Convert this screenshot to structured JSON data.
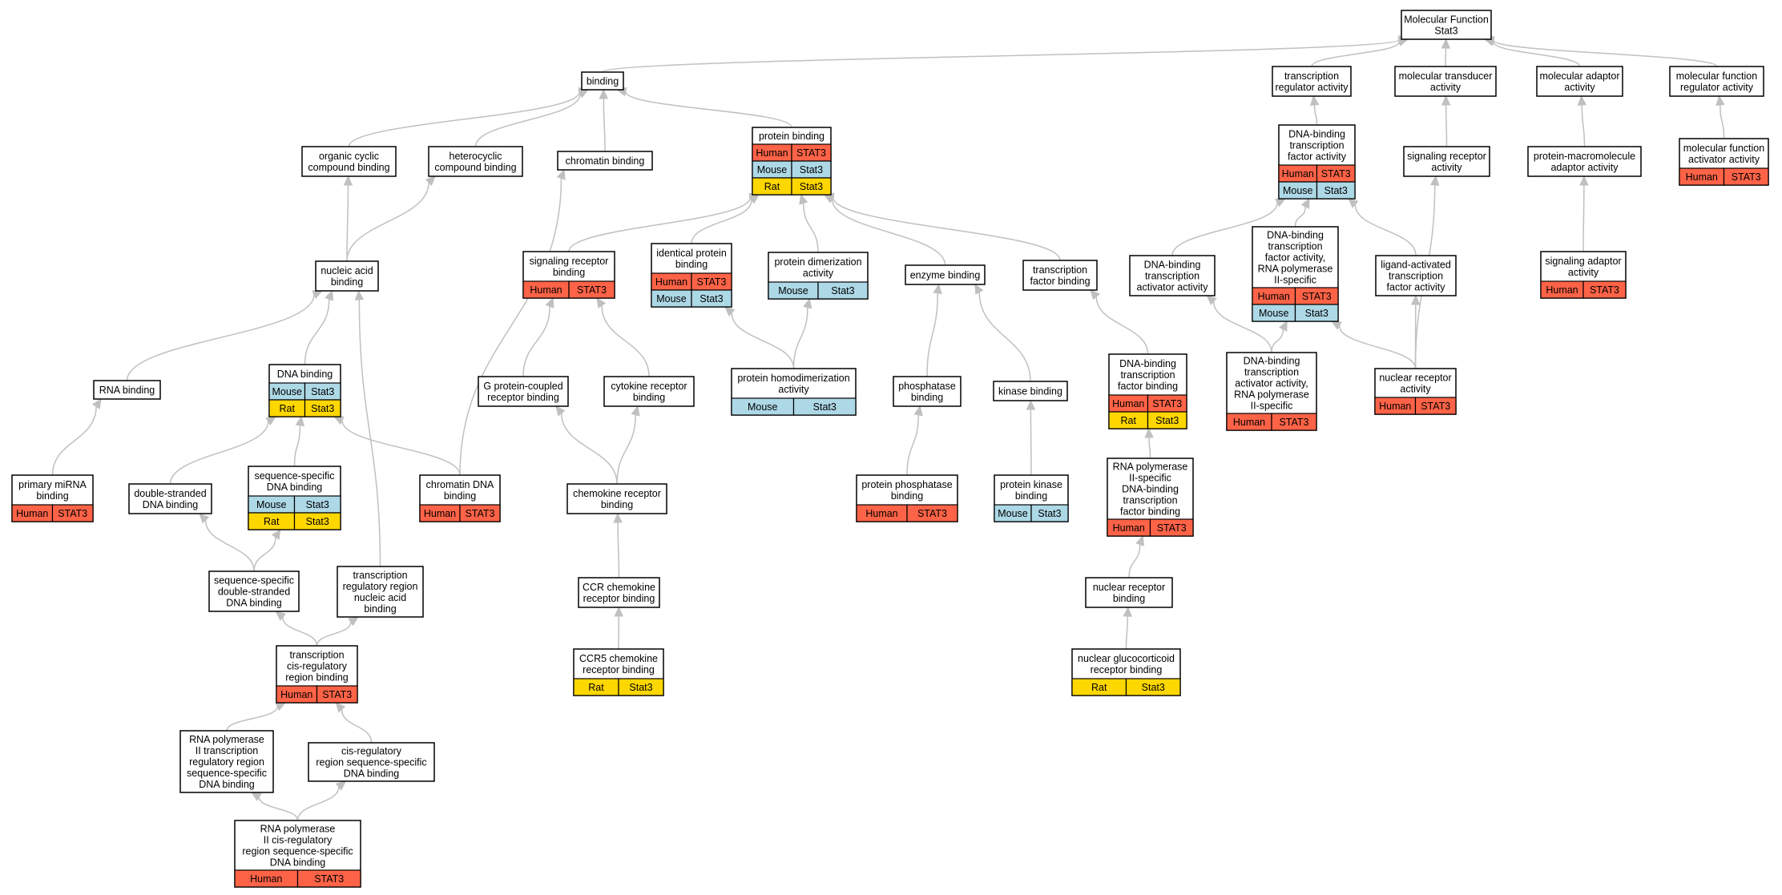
{
  "colors": {
    "Human": "#ff6347",
    "Mouse": "#add8e6",
    "Rat": "#ffd700",
    "edge": "#c0c0c0"
  },
  "nodes": [
    {
      "id": "mf",
      "lines": [
        "Molecular Function",
        "Stat3"
      ],
      "rows": []
    },
    {
      "id": "binding",
      "lines": [
        "binding"
      ],
      "rows": []
    },
    {
      "id": "tra",
      "lines": [
        "transcription",
        "regulator activity"
      ],
      "rows": []
    },
    {
      "id": "mta",
      "lines": [
        "molecular transducer",
        "activity"
      ],
      "rows": []
    },
    {
      "id": "maa",
      "lines": [
        "molecular adaptor",
        "activity"
      ],
      "rows": []
    },
    {
      "id": "mfra",
      "lines": [
        "molecular function",
        "regulator activity"
      ],
      "rows": []
    },
    {
      "id": "ocb",
      "lines": [
        "organic cyclic",
        "compound binding"
      ],
      "rows": []
    },
    {
      "id": "hcb",
      "lines": [
        "heterocyclic",
        "compound binding"
      ],
      "rows": []
    },
    {
      "id": "chb",
      "lines": [
        "chromatin binding"
      ],
      "rows": []
    },
    {
      "id": "pb",
      "lines": [
        "protein binding"
      ],
      "rows": [
        [
          "Human",
          "STAT3"
        ],
        [
          "Mouse",
          "Stat3"
        ],
        [
          "Rat",
          "Stat3"
        ]
      ]
    },
    {
      "id": "dbtfa",
      "lines": [
        "DNA-binding",
        "transcription",
        "factor activity"
      ],
      "rows": [
        [
          "Human",
          "STAT3"
        ],
        [
          "Mouse",
          "Stat3"
        ]
      ]
    },
    {
      "id": "sra",
      "lines": [
        "signaling receptor",
        "activity"
      ],
      "rows": []
    },
    {
      "id": "pmaa",
      "lines": [
        "protein-macromolecule",
        "adaptor activity"
      ],
      "rows": []
    },
    {
      "id": "mfaa",
      "lines": [
        "molecular function",
        "activator activity"
      ],
      "rows": [
        [
          "Human",
          "STAT3"
        ]
      ]
    },
    {
      "id": "nab",
      "lines": [
        "nucleic acid",
        "binding"
      ],
      "rows": []
    },
    {
      "id": "srb",
      "lines": [
        "signaling receptor",
        "binding"
      ],
      "rows": [
        [
          "Human",
          "STAT3"
        ]
      ]
    },
    {
      "id": "ipb",
      "lines": [
        "identical protein",
        "binding"
      ],
      "rows": [
        [
          "Human",
          "STAT3"
        ],
        [
          "Mouse",
          "Stat3"
        ]
      ]
    },
    {
      "id": "pda",
      "lines": [
        "protein dimerization",
        "activity"
      ],
      "rows": [
        [
          "Mouse",
          "Stat3"
        ]
      ]
    },
    {
      "id": "eb",
      "lines": [
        "enzyme binding"
      ],
      "rows": []
    },
    {
      "id": "tfb",
      "lines": [
        "transcription",
        "factor binding"
      ],
      "rows": []
    },
    {
      "id": "dbtaa",
      "lines": [
        "DNA-binding",
        "transcription",
        "activator activity"
      ],
      "rows": []
    },
    {
      "id": "dbtfa2",
      "lines": [
        "DNA-binding",
        "transcription",
        "factor activity,",
        "RNA polymerase",
        "II-specific"
      ],
      "rows": [
        [
          "Human",
          "STAT3"
        ],
        [
          "Mouse",
          "Stat3"
        ]
      ]
    },
    {
      "id": "latfa",
      "lines": [
        "ligand-activated",
        "transcription",
        "factor activity"
      ],
      "rows": []
    },
    {
      "id": "saa",
      "lines": [
        "signaling adaptor",
        "activity"
      ],
      "rows": [
        [
          "Human",
          "STAT3"
        ]
      ]
    },
    {
      "id": "rnab",
      "lines": [
        "RNA binding"
      ],
      "rows": []
    },
    {
      "id": "dnab",
      "lines": [
        "DNA binding"
      ],
      "rows": [
        [
          "Mouse",
          "Stat3"
        ],
        [
          "Rat",
          "Stat3"
        ]
      ]
    },
    {
      "id": "gpcrb",
      "lines": [
        "G protein-coupled",
        "receptor binding"
      ],
      "rows": []
    },
    {
      "id": "crb",
      "lines": [
        "cytokine receptor",
        "binding"
      ],
      "rows": []
    },
    {
      "id": "phda",
      "lines": [
        "protein homodimerization",
        "activity"
      ],
      "rows": [
        [
          "Mouse",
          "Stat3"
        ]
      ]
    },
    {
      "id": "phb",
      "lines": [
        "phosphatase",
        "binding"
      ],
      "rows": []
    },
    {
      "id": "kb",
      "lines": [
        "kinase binding"
      ],
      "rows": []
    },
    {
      "id": "dbtfb",
      "lines": [
        "DNA-binding",
        "transcription",
        "factor binding"
      ],
      "rows": [
        [
          "Human",
          "STAT3"
        ],
        [
          "Rat",
          "Stat3"
        ]
      ]
    },
    {
      "id": "dbtaa2",
      "lines": [
        "DNA-binding",
        "transcription",
        "activator activity,",
        "RNA polymerase",
        "II-specific"
      ],
      "rows": [
        [
          "Human",
          "STAT3"
        ]
      ]
    },
    {
      "id": "nra",
      "lines": [
        "nuclear receptor",
        "activity"
      ],
      "rows": [
        [
          "Human",
          "STAT3"
        ]
      ]
    },
    {
      "id": "pmb",
      "lines": [
        "primary miRNA",
        "binding"
      ],
      "rows": [
        [
          "Human",
          "STAT3"
        ]
      ]
    },
    {
      "id": "dsdb",
      "lines": [
        "double-stranded",
        "DNA binding"
      ],
      "rows": []
    },
    {
      "id": "ssdb",
      "lines": [
        "sequence-specific",
        "DNA binding"
      ],
      "rows": [
        [
          "Mouse",
          "Stat3"
        ],
        [
          "Rat",
          "Stat3"
        ]
      ]
    },
    {
      "id": "cdb",
      "lines": [
        "chromatin DNA",
        "binding"
      ],
      "rows": [
        [
          "Human",
          "STAT3"
        ]
      ]
    },
    {
      "id": "chrb",
      "lines": [
        "chemokine receptor",
        "binding"
      ],
      "rows": []
    },
    {
      "id": "ppb",
      "lines": [
        "protein phosphatase",
        "binding"
      ],
      "rows": [
        [
          "Human",
          "STAT3"
        ]
      ]
    },
    {
      "id": "pkb",
      "lines": [
        "protein kinase",
        "binding"
      ],
      "rows": [
        [
          "Mouse",
          "Stat3"
        ]
      ]
    },
    {
      "id": "rnap",
      "lines": [
        "RNA polymerase",
        "II-specific",
        "DNA-binding",
        "transcription",
        "factor binding"
      ],
      "rows": [
        [
          "Human",
          "STAT3"
        ]
      ]
    },
    {
      "id": "ssddb",
      "lines": [
        "sequence-specific",
        "double-stranded",
        "DNA binding"
      ],
      "rows": []
    },
    {
      "id": "trrnab",
      "lines": [
        "transcription",
        "regulatory region",
        "nucleic acid",
        "binding"
      ],
      "rows": []
    },
    {
      "id": "ccrcb",
      "lines": [
        "CCR chemokine",
        "receptor binding"
      ],
      "rows": []
    },
    {
      "id": "nrb",
      "lines": [
        "nuclear receptor",
        "binding"
      ],
      "rows": []
    },
    {
      "id": "tcrrb",
      "lines": [
        "transcription",
        "cis-regulatory",
        "region binding"
      ],
      "rows": [
        [
          "Human",
          "STAT3"
        ]
      ]
    },
    {
      "id": "ccr5",
      "lines": [
        "CCR5 chemokine",
        "receptor binding"
      ],
      "rows": [
        [
          "Rat",
          "Stat3"
        ]
      ]
    },
    {
      "id": "ngrb",
      "lines": [
        "nuclear glucocorticoid",
        "receptor binding"
      ],
      "rows": [
        [
          "Rat",
          "Stat3"
        ]
      ]
    },
    {
      "id": "rnap2",
      "lines": [
        "RNA polymerase",
        "II transcription",
        "regulatory region",
        "sequence-specific",
        "DNA binding"
      ],
      "rows": []
    },
    {
      "id": "crssdb",
      "lines": [
        "cis-regulatory",
        "region sequence-specific",
        "DNA binding"
      ],
      "rows": []
    },
    {
      "id": "rnap3",
      "lines": [
        "RNA polymerase",
        "II cis-regulatory",
        "region sequence-specific",
        "DNA binding"
      ],
      "rows": [
        [
          "Human",
          "STAT3"
        ]
      ]
    }
  ],
  "edges": [
    [
      "binding",
      "mf"
    ],
    [
      "tra",
      "mf"
    ],
    [
      "mta",
      "mf"
    ],
    [
      "maa",
      "mf"
    ],
    [
      "mfra",
      "mf"
    ],
    [
      "ocb",
      "binding"
    ],
    [
      "hcb",
      "binding"
    ],
    [
      "chb",
      "binding"
    ],
    [
      "pb",
      "binding"
    ],
    [
      "dbtfa",
      "tra"
    ],
    [
      "sra",
      "mta"
    ],
    [
      "pmaa",
      "maa"
    ],
    [
      "mfaa",
      "mfra"
    ],
    [
      "nab",
      "ocb"
    ],
    [
      "nab",
      "hcb"
    ],
    [
      "cdb",
      "chb"
    ],
    [
      "srb",
      "pb"
    ],
    [
      "ipb",
      "pb"
    ],
    [
      "pda",
      "pb"
    ],
    [
      "eb",
      "pb"
    ],
    [
      "tfb",
      "pb"
    ],
    [
      "dbtaa",
      "dbtfa"
    ],
    [
      "dbtfa2",
      "dbtfa"
    ],
    [
      "latfa",
      "dbtfa"
    ],
    [
      "nra",
      "sra"
    ],
    [
      "saa",
      "pmaa"
    ],
    [
      "rnab",
      "nab"
    ],
    [
      "dnab",
      "nab"
    ],
    [
      "trrnab",
      "nab"
    ],
    [
      "gpcrb",
      "srb"
    ],
    [
      "crb",
      "srb"
    ],
    [
      "phda",
      "ipb"
    ],
    [
      "phda",
      "pda"
    ],
    [
      "phb",
      "eb"
    ],
    [
      "kb",
      "eb"
    ],
    [
      "dbtfb",
      "tfb"
    ],
    [
      "dbtaa2",
      "dbtaa"
    ],
    [
      "dbtaa2",
      "dbtfa2"
    ],
    [
      "nra",
      "dbtfa2"
    ],
    [
      "nra",
      "latfa"
    ],
    [
      "pmb",
      "rnab"
    ],
    [
      "dsdb",
      "dnab"
    ],
    [
      "ssdb",
      "dnab"
    ],
    [
      "cdb",
      "dnab"
    ],
    [
      "chrb",
      "gpcrb"
    ],
    [
      "chrb",
      "crb"
    ],
    [
      "ppb",
      "phb"
    ],
    [
      "pkb",
      "kb"
    ],
    [
      "rnap",
      "dbtfb"
    ],
    [
      "ssddb",
      "dsdb"
    ],
    [
      "ssddb",
      "ssdb"
    ],
    [
      "ccrcb",
      "chrb"
    ],
    [
      "nrb",
      "rnap"
    ],
    [
      "tcrrb",
      "ssddb"
    ],
    [
      "tcrrb",
      "trrnab"
    ],
    [
      "ccr5",
      "ccrcb"
    ],
    [
      "ngrb",
      "nrb"
    ],
    [
      "rnap2",
      "tcrrb"
    ],
    [
      "crssdb",
      "tcrrb"
    ],
    [
      "rnap3",
      "rnap2"
    ],
    [
      "rnap3",
      "crssdb"
    ]
  ]
}
